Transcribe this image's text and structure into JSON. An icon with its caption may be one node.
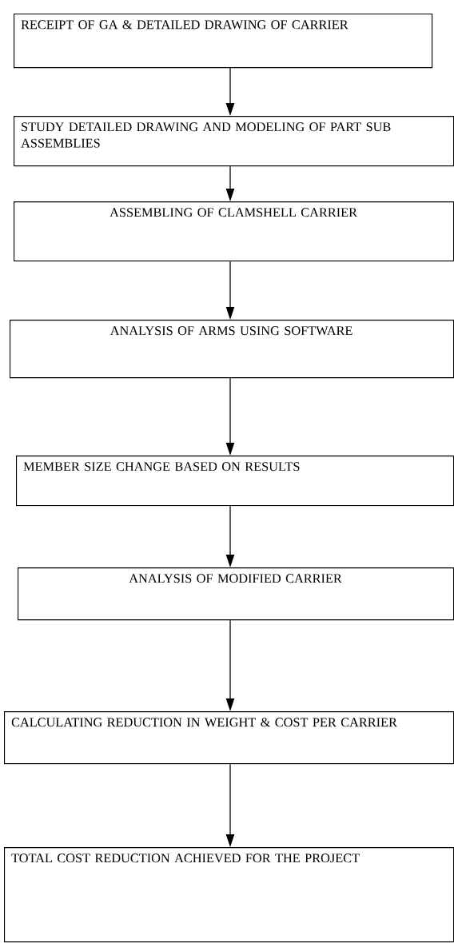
{
  "diagram": {
    "nodes": [
      {
        "text": [
          "RECEIPT OF GA & DETAILED DRAWING OF CARRIER"
        ]
      },
      {
        "text": [
          "STUDY DETAILED DRAWING AND MODELING OF PART SUB ASSEMBLIES"
        ]
      },
      {
        "text": [
          "ASSEMBLING OF CLAMSHELL CARRIER"
        ]
      },
      {
        "text": [
          "ANALYSIS OF ARMS USING SOFTWARE"
        ]
      },
      {
        "text": [
          "MEMBER SIZE CHANGE BASED ON RESULTS"
        ]
      },
      {
        "text": [
          "ANALYSIS OF MODIFIED CARRIER"
        ]
      },
      {
        "text": [
          "CALCULATING REDUCTION IN WEIGHT & COST PER CARRIER"
        ]
      },
      {
        "text": [
          "TOTAL COST REDUCTION ACHIEVED FOR THE PROJECT"
        ]
      }
    ],
    "edges": [
      {
        "from": 0,
        "to": 1,
        "arrow": "to"
      },
      {
        "from": 1,
        "to": 2,
        "arrow": "to"
      },
      {
        "from": 2,
        "to": 3,
        "arrow": "to"
      },
      {
        "from": 3,
        "to": 4,
        "arrow": "to"
      },
      {
        "from": 4,
        "to": 5,
        "arrow": "to"
      },
      {
        "from": 5,
        "to": 6,
        "arrow": "to"
      },
      {
        "from": 6,
        "to": 7,
        "arrow": "to"
      }
    ]
  }
}
